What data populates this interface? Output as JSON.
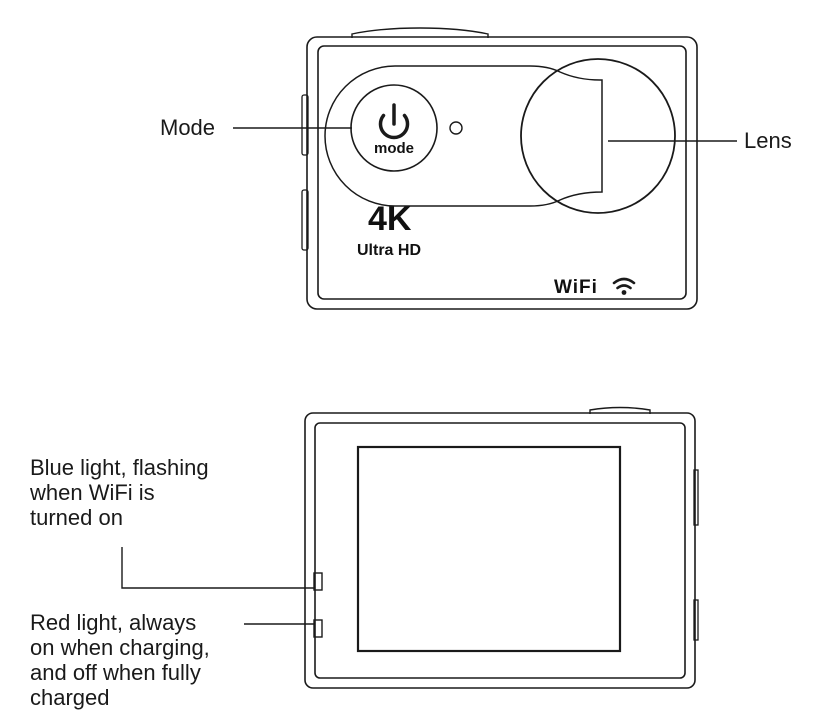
{
  "front_view": {
    "power_button": {
      "icon": "power-icon",
      "label": "mode"
    },
    "badge": {
      "resolution": "4K",
      "subtitle": "Ultra HD"
    },
    "wifi_logo": {
      "text": "WiFi",
      "icon": "wifi-icon"
    }
  },
  "callouts": {
    "mode": "Mode",
    "lens": "Lens",
    "blue_light": [
      "Blue light, flashing",
      "when WiFi is",
      "turned on"
    ],
    "red_light": [
      "Red light, always",
      "on when charging,",
      "and off when fully",
      "charged"
    ]
  },
  "colors": {
    "line": "#1a1a1a",
    "background": "#ffffff"
  }
}
